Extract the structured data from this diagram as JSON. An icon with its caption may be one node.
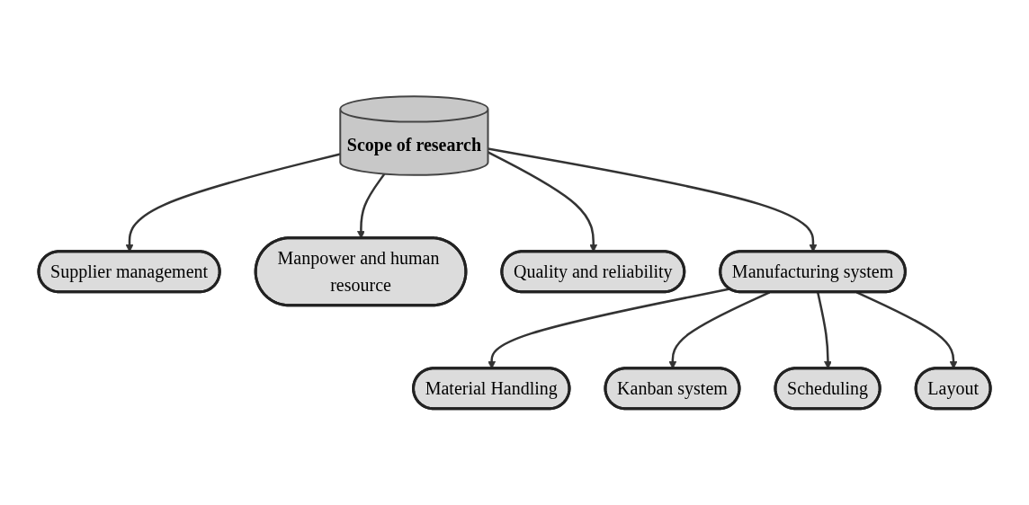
{
  "diagram": {
    "nodes": [
      {
        "text": [
          "Scope of research"
        ]
      },
      {
        "text": [
          "Supplier management"
        ]
      },
      {
        "text": [
          "Manpower and human resource"
        ]
      },
      {
        "text": [
          "Quality and reliability"
        ]
      },
      {
        "text": [
          "Manufacturing system"
        ]
      },
      {
        "text": [
          "Material Handling"
        ]
      },
      {
        "text": [
          "Kanban system"
        ]
      },
      {
        "text": [
          "Scheduling"
        ]
      },
      {
        "text": [
          "Layout"
        ]
      }
    ],
    "edges": [
      {
        "from": 0,
        "to": 1,
        "arrow": "to"
      },
      {
        "from": 0,
        "to": 2,
        "arrow": "to"
      },
      {
        "from": 0,
        "to": 3,
        "arrow": "to"
      },
      {
        "from": 0,
        "to": 4,
        "arrow": "to"
      },
      {
        "from": 4,
        "to": 5,
        "arrow": "to"
      },
      {
        "from": 4,
        "to": 6,
        "arrow": "to"
      },
      {
        "from": 4,
        "to": 7,
        "arrow": "to"
      },
      {
        "from": 4,
        "to": 8,
        "arrow": "to"
      }
    ]
  }
}
